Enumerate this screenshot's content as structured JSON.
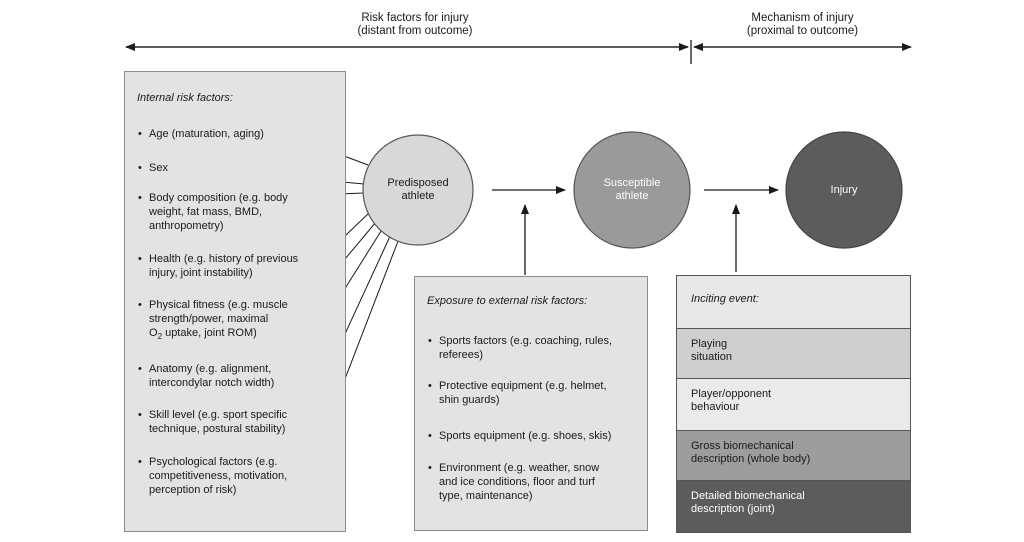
{
  "header": {
    "left_line1": "Risk factors for injury",
    "left_line2": "(distant from outcome)",
    "right_line1": "Mechanism of injury",
    "right_line2": "(proximal to outcome)"
  },
  "internal": {
    "title": "Internal risk factors:",
    "items": [
      {
        "l1": "Age (maturation, aging)",
        "l2": "",
        "l3": ""
      },
      {
        "l1": "Sex",
        "l2": "",
        "l3": ""
      },
      {
        "l1": "Body composition (e.g. body",
        "l2": "weight, fat mass, BMD,",
        "l3": "anthropometry)"
      },
      {
        "l1": "Health (e.g. history of previous",
        "l2": "injury, joint instability)",
        "l3": ""
      },
      {
        "l1": "Physical fitness (e.g. muscle",
        "l2": "strength/power, maximal",
        "l3": "O",
        "l3_sub": "2",
        "l3_rest": " uptake, joint ROM)"
      },
      {
        "l1": "Anatomy (e.g. alignment,",
        "l2": "intercondylar notch width)",
        "l3": ""
      },
      {
        "l1": "Skill level (e.g. sport specific",
        "l2": "technique, postural stability)",
        "l3": ""
      },
      {
        "l1": "Psychological factors (e.g.",
        "l2": "competitiveness, motivation,",
        "l3": "perception of risk)"
      }
    ]
  },
  "external": {
    "title": "Exposure to external risk factors:",
    "items": [
      {
        "l1": "Sports factors (e.g. coaching, rules,",
        "l2": "referees)",
        "l3": ""
      },
      {
        "l1": "Protective equipment (e.g. helmet,",
        "l2": "shin guards)",
        "l3": ""
      },
      {
        "l1": "Sports equipment (e.g. shoes, skis)",
        "l2": "",
        "l3": ""
      },
      {
        "l1": "Environment (e.g. weather, snow",
        "l2": "and ice conditions, floor and turf",
        "l3": "type, maintenance)"
      }
    ]
  },
  "circles": {
    "predisposed": {
      "l1": "Predisposed",
      "l2": "athlete",
      "color": "#d8d8d8"
    },
    "susceptible": {
      "l1": "Susceptible",
      "l2": "athlete",
      "color": "#9a9a9a"
    },
    "injury": {
      "l1": "Injury",
      "color": "#5c5c5c"
    }
  },
  "inciting": {
    "title": "Inciting event:",
    "rows": [
      {
        "l1": "Playing",
        "l2": "situation",
        "color": "#cfcfcf"
      },
      {
        "l1": "Player/opponent",
        "l2": "behaviour",
        "color": "#eaeaea"
      },
      {
        "l1": "Gross biomechanical",
        "l2": "description (whole body)",
        "color": "#9d9d9d"
      },
      {
        "l1": "Detailed biomechanical",
        "l2": "description (joint)",
        "color": "#5c5c5c"
      }
    ]
  }
}
